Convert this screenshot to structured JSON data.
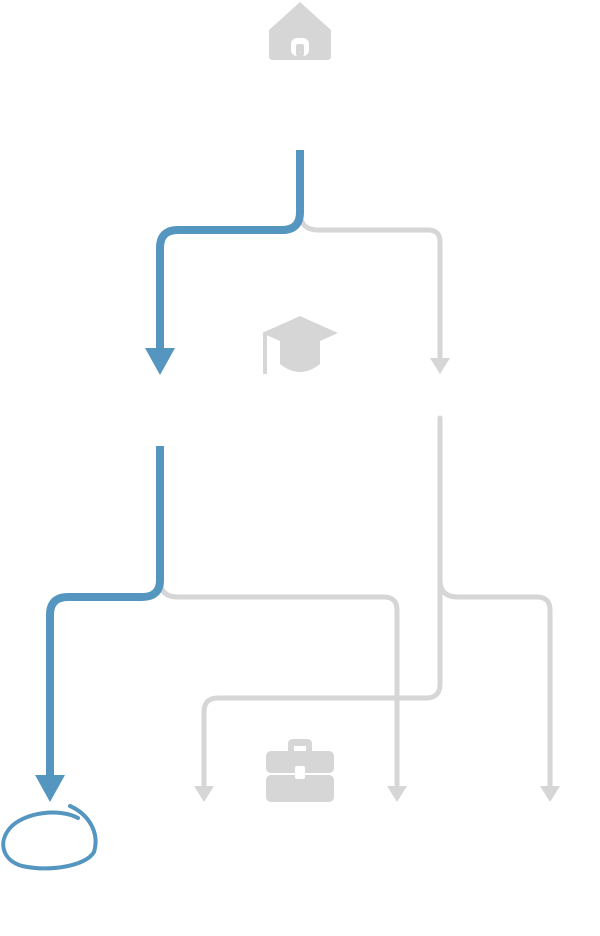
{
  "colors": {
    "highlight": "#5596c0",
    "inactive": "#d6d6d6",
    "background": "#ffffff"
  },
  "icons": {
    "top": "home-icon",
    "middle": "graduation-cap-icon",
    "bottom": "briefcase-icon",
    "end": "hand-drawn-circle-icon"
  },
  "paths": {
    "highlighted": [
      "root-to-left-branch",
      "left-branch-to-far-left-leaf"
    ],
    "inactive": [
      "root-to-right-branch",
      "left-branch-to-middle-right-leaf",
      "right-branch-to-middle-left-leaf",
      "right-branch-to-far-right-leaf"
    ]
  }
}
